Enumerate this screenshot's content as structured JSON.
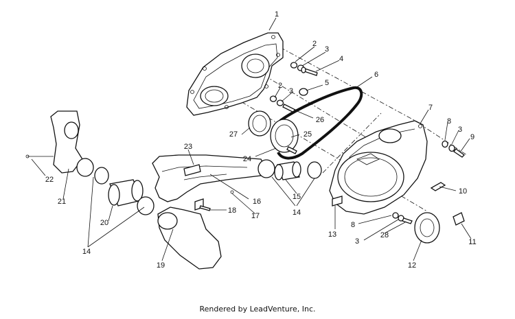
{
  "footer": "Rendered by LeadVenture, Inc.",
  "callouts": [
    "1",
    "2",
    "3",
    "4",
    "2",
    "3",
    "5",
    "6",
    "26",
    "25",
    "27",
    "24",
    "7",
    "8",
    "3",
    "9",
    "23",
    "22",
    "21",
    "16",
    "15",
    "10",
    "18",
    "17",
    "14",
    "20",
    "8",
    "13",
    "3",
    "28",
    "11",
    "14",
    "19",
    "12"
  ]
}
